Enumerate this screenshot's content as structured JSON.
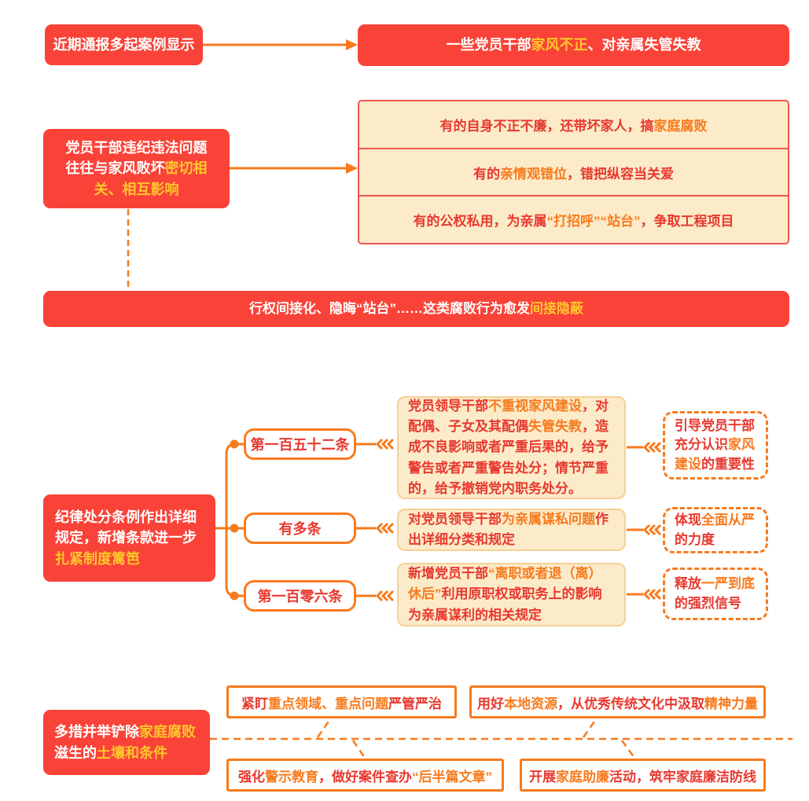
{
  "palette": {
    "node_red": "#F94338",
    "highlight_yellow": "#FFC72C",
    "line_orange": "#F87A1D",
    "panel_cream": "#FCEBC9",
    "text_red": "#E8392F",
    "group_border_red": "#F4564F"
  },
  "flow1": {
    "source": {
      "segments": [
        [
          "近期通报多起案例显示",
          "w"
        ]
      ]
    },
    "target": {
      "segments": [
        [
          "一些党员干部",
          "w"
        ],
        [
          "家风不正",
          "y"
        ],
        [
          "、对亲属失管失教",
          "w"
        ]
      ]
    }
  },
  "flow2": {
    "source": {
      "segments": [
        [
          "党员干部违纪违法问题往往与家风败坏",
          "w"
        ],
        [
          "密切相关、相互影响",
          "y"
        ]
      ]
    },
    "cases": [
      {
        "segments": [
          [
            "有的自身不正不廉，还带坏家人，搞",
            "r"
          ],
          [
            "家庭腐败",
            "o"
          ]
        ]
      },
      {
        "segments": [
          [
            "有的",
            "r"
          ],
          [
            "亲情观错位",
            "o"
          ],
          [
            "，错把纵容当关爱",
            "r"
          ]
        ]
      },
      {
        "segments": [
          [
            "有的公权私用，为亲属",
            "r"
          ],
          [
            "“打招呼”“站台”",
            "o"
          ],
          [
            "，争取工程项目",
            "r"
          ]
        ]
      }
    ],
    "banner": {
      "segments": [
        [
          "行权间接化、隐晦“站台”……这类腐败行为愈发",
          "w"
        ],
        [
          "间接隐蔽",
          "y"
        ]
      ]
    }
  },
  "flow3": {
    "source": {
      "segments": [
        [
          "纪律处分条例作出详细规定，新增条款进一步",
          "w"
        ],
        [
          "扎紧制度篱笆",
          "y"
        ]
      ]
    },
    "rows": [
      {
        "label": "第一百五十二条",
        "detail": {
          "segments": [
            [
              "党员领导干部",
              "r"
            ],
            [
              "不重视家风建设",
              "o"
            ],
            [
              "，对配偶、子女及其配偶",
              "r"
            ],
            [
              "失管失教",
              "o"
            ],
            [
              "，造成不良影响或者严重后果的，给予警告或者严重警告处分；情节严重的，给予撤销党内职务处分。",
              "r"
            ]
          ]
        },
        "takeaway": {
          "segments": [
            [
              "引导党员干部充分认识",
              "r"
            ],
            [
              "家风建设",
              "o"
            ],
            [
              "的重要性",
              "r"
            ]
          ]
        }
      },
      {
        "label": "有多条",
        "detail": {
          "segments": [
            [
              "对党员领导干部",
              "r"
            ],
            [
              "为亲属谋私问题",
              "o"
            ],
            [
              "作出详细分类和规定",
              "r"
            ]
          ]
        },
        "takeaway": {
          "segments": [
            [
              "体现",
              "r"
            ],
            [
              "全面从严",
              "o"
            ],
            [
              "的力度",
              "r"
            ]
          ]
        }
      },
      {
        "label": "第一百零六条",
        "detail": {
          "segments": [
            [
              "新增党员干部",
              "r"
            ],
            [
              "“离职或者退（离）休后”",
              "o"
            ],
            [
              "利用原职权或职务上的影响为亲属谋利的相关规定",
              "r"
            ]
          ]
        },
        "takeaway": {
          "segments": [
            [
              "释放",
              "r"
            ],
            [
              "一严到底",
              "o"
            ],
            [
              "的强烈信号",
              "r"
            ]
          ]
        }
      }
    ]
  },
  "flow4": {
    "source": {
      "segments": [
        [
          "多措并举铲除",
          "w"
        ],
        [
          "家庭腐败",
          "y"
        ],
        [
          "滋生的",
          "w"
        ],
        [
          "土壤和条件",
          "y"
        ]
      ]
    },
    "measures": [
      {
        "segments": [
          [
            "紧盯",
            "r"
          ],
          [
            "重点领域、重点问题",
            "o"
          ],
          [
            "严管严治",
            "r"
          ]
        ]
      },
      {
        "segments": [
          [
            "用好",
            "r"
          ],
          [
            "本地资源",
            "o"
          ],
          [
            "，从优秀传统文化中汲取",
            "r"
          ],
          [
            "精神力量",
            "o"
          ]
        ]
      },
      {
        "segments": [
          [
            "强化",
            "r"
          ],
          [
            "警示教育",
            "o"
          ],
          [
            "，做好案件查办",
            "r"
          ],
          [
            "“后半篇文章”",
            "o"
          ]
        ]
      },
      {
        "segments": [
          [
            "开展",
            "r"
          ],
          [
            "家庭助廉",
            "o"
          ],
          [
            "活动，筑牢家庭廉洁防线",
            "r"
          ]
        ]
      }
    ]
  }
}
